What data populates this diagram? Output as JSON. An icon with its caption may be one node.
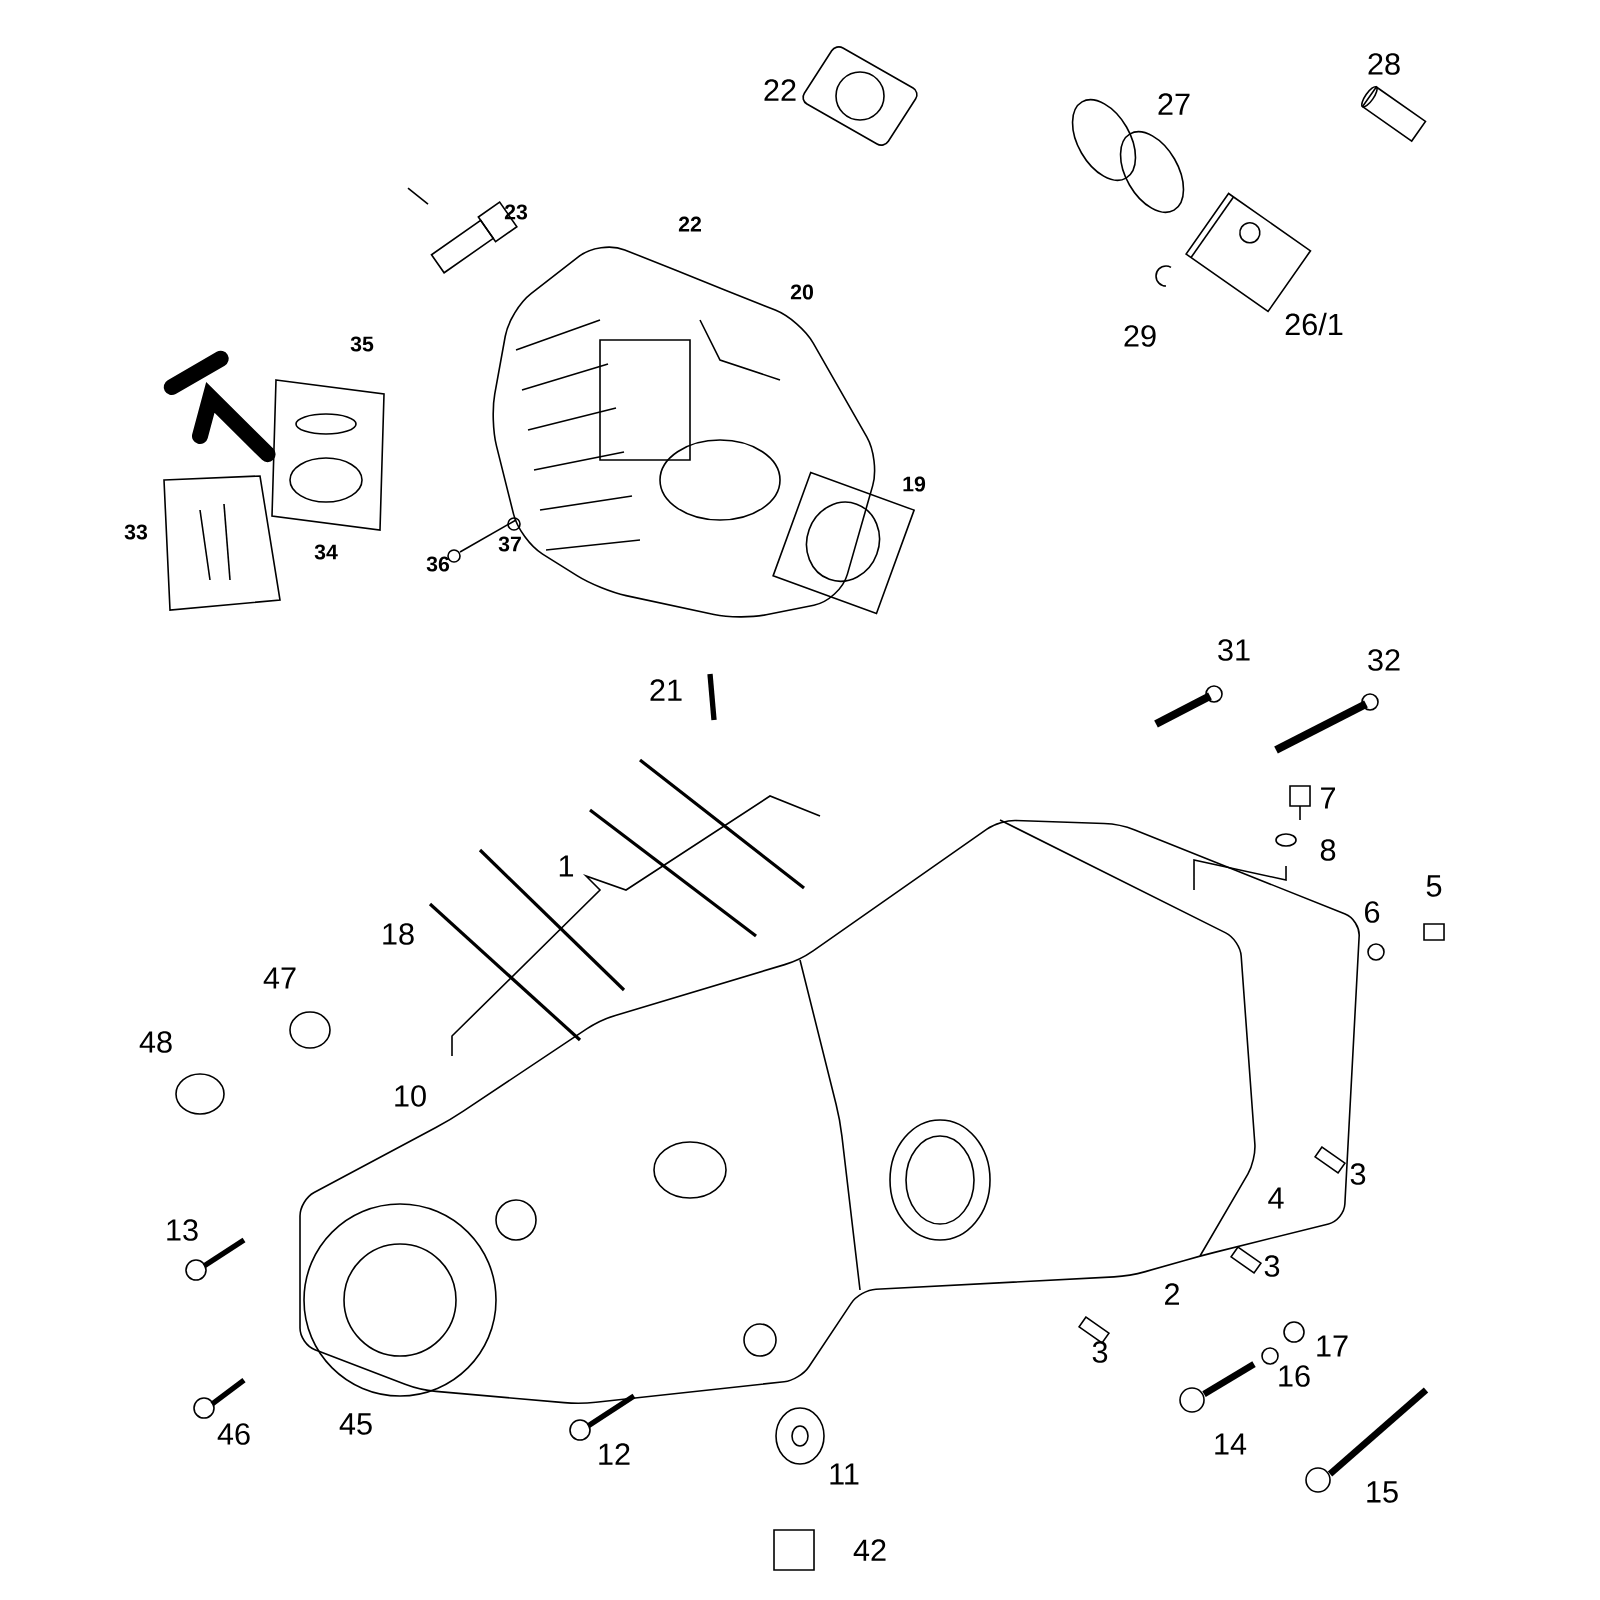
{
  "diagram": {
    "labels": [
      "28",
      "22",
      "27",
      "22",
      "23",
      "20",
      "26/1",
      "29",
      "35",
      "19",
      "33",
      "37",
      "34",
      "36",
      "31",
      "32",
      "21",
      "7",
      "8",
      "1",
      "5",
      "6",
      "18",
      "47",
      "48",
      "10",
      "3",
      "4",
      "13",
      "3",
      "2",
      "17",
      "3",
      "16",
      "45",
      "46",
      "14",
      "12",
      "11",
      "15",
      "42"
    ]
  }
}
